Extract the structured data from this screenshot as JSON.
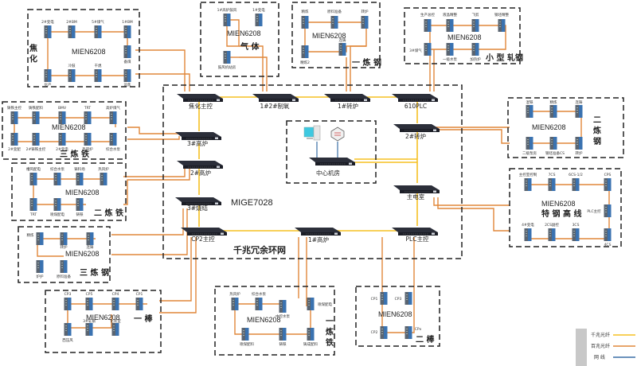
{
  "colors": {
    "gigabit_fiber": "#f5c022",
    "hundred_meg_fiber": "#e0873a",
    "network_cable": "#3a6ea5",
    "border": "#222222",
    "legend_bar": "#c8c8c8"
  },
  "core": {
    "model": "MIGE7028",
    "ring_label": "千兆冗余环网",
    "switches": [
      "焦化主控",
      "1#2#制氧",
      "1#转炉",
      "610PLC",
      "3#高炉",
      "2#转炉",
      "2#高炉",
      "主电室",
      "3#烧结",
      "CP2主控",
      "1#高炉",
      "PLC主控"
    ],
    "center_room": {
      "label": "中心机房"
    }
  },
  "areas": [
    {
      "id": "coking",
      "title": "焦 化",
      "model": "MIEN6208",
      "nodes": [
        "2#变电",
        "2#BM",
        "5#煤气",
        "1#BM",
        "备煤",
        "化产",
        "冷鼓",
        "干熄",
        "运焦"
      ]
    },
    {
      "id": "gas",
      "title": "气 体",
      "model": "MIEN6208",
      "nodes": [
        "1#高炉鼓风",
        "1#变电",
        "鼓风机站房"
      ]
    },
    {
      "id": "steel1",
      "title": "一 炼 钢",
      "model": "MIEN6208",
      "nodes": [
        "精炼",
        "原料准备",
        "连铸",
        "转炉",
        "精炼2"
      ]
    },
    {
      "id": "small_rolling",
      "title": "小 型 轧钢",
      "model": "MIEN6208",
      "nodes": [
        "生产总控",
        "液晶精整",
        "飞剪",
        "钢坯精整",
        "3#煤气",
        "一级水泵",
        "加热炉"
      ]
    },
    {
      "id": "iron3",
      "title": "三 炼 铁",
      "model": "MIEN6208",
      "nodes": [
        "铸铁主控",
        "铸铁配料",
        "BMV",
        "TRT",
        "高炉煤气",
        "2#变配",
        "2#铸铁主控",
        "2#变电",
        "热风炉",
        "综合水泵"
      ]
    },
    {
      "id": "iron2",
      "title": "二 炼 铁",
      "model": "MIEN6208",
      "nodes": [
        "槽风配电",
        "综合水泵",
        "铸料场",
        "热风炉",
        "TRT",
        "喷煤配电",
        "铸铁"
      ]
    },
    {
      "id": "steel3",
      "title": "三 炼 钢",
      "model": "MIEN6208",
      "nodes": [
        "精炼",
        "转炉",
        "连铸",
        "炉护",
        "原料准备"
      ]
    },
    {
      "id": "bar1",
      "title": "一 棒",
      "model": "MIEN6208",
      "nodes": [
        "CP3",
        "CP5",
        "CP4",
        "CP1",
        "西压风",
        "3#轧钢",
        "化装室"
      ]
    },
    {
      "id": "iron1",
      "title": "一 炼 铁",
      "model": "MIEN6208",
      "nodes": [
        "热风炉",
        "综合水泵",
        "中控水泵",
        "喷煤配电",
        "喷煤配料",
        "铸铁",
        "铸成配料"
      ]
    },
    {
      "id": "bar2",
      "title": "二 棒",
      "model": "MIEN6208",
      "nodes": [
        "CP1",
        "CP3",
        "CP2",
        "CPx"
      ]
    },
    {
      "id": "steel2",
      "title": "二 炼 钢",
      "model": "MIEN6208",
      "nodes": [
        "混铁",
        "精炼",
        "连铸",
        "二级泵房",
        "钢坯准备CS",
        "转炉"
      ]
    },
    {
      "id": "special_steel",
      "title": "特 钢 高 线",
      "model": "MIEN6208",
      "nodes": [
        "主控室控制",
        "7CS",
        "6CS-1/2",
        "CPS",
        "PLC主控",
        "4#变电",
        "2CS副控",
        "3CS",
        "4CS"
      ]
    }
  ],
  "legend": [
    {
      "label": "千兆光纤",
      "type": "gigabit_fiber"
    },
    {
      "label": "百兆光纤",
      "type": "hundred_meg_fiber"
    },
    {
      "label": "网  线",
      "type": "network_cable"
    }
  ]
}
